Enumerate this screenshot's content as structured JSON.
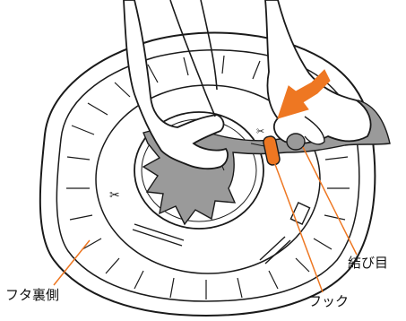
{
  "labels": {
    "lid_underside": "フタ裏側",
    "hook": "フック",
    "knot": "結び目"
  },
  "diagram": {
    "line_color": "#1a1a1a",
    "fill_color": "#ffffff",
    "bag_color": "#9a9a9a",
    "arrow_color": "#ee7722",
    "callout_line_color": "#ee7722"
  }
}
